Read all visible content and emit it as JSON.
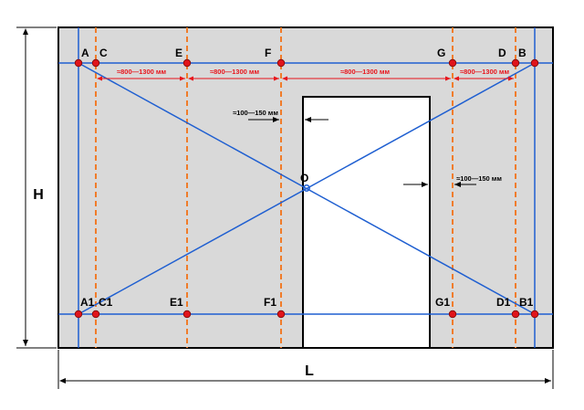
{
  "dimensions": {
    "height_label": "H",
    "length_label": "L"
  },
  "spacing": {
    "post_gap_text": "≈800—1300 мм",
    "door_offset_text": "≈100—150 мм"
  },
  "points": {
    "top": [
      "A",
      "C",
      "E",
      "F",
      "G",
      "D",
      "B"
    ],
    "bottom": [
      "A1",
      "C1",
      "E1",
      "F1",
      "G1",
      "D1",
      "B1"
    ],
    "center": "O"
  },
  "colors": {
    "wall": "#d9d9d9",
    "blue_line": "#1f5fd1",
    "orange_line": "#f07c2a",
    "red_point": "#e0141b",
    "red_text": "#e8141b",
    "outline": "#000000"
  }
}
